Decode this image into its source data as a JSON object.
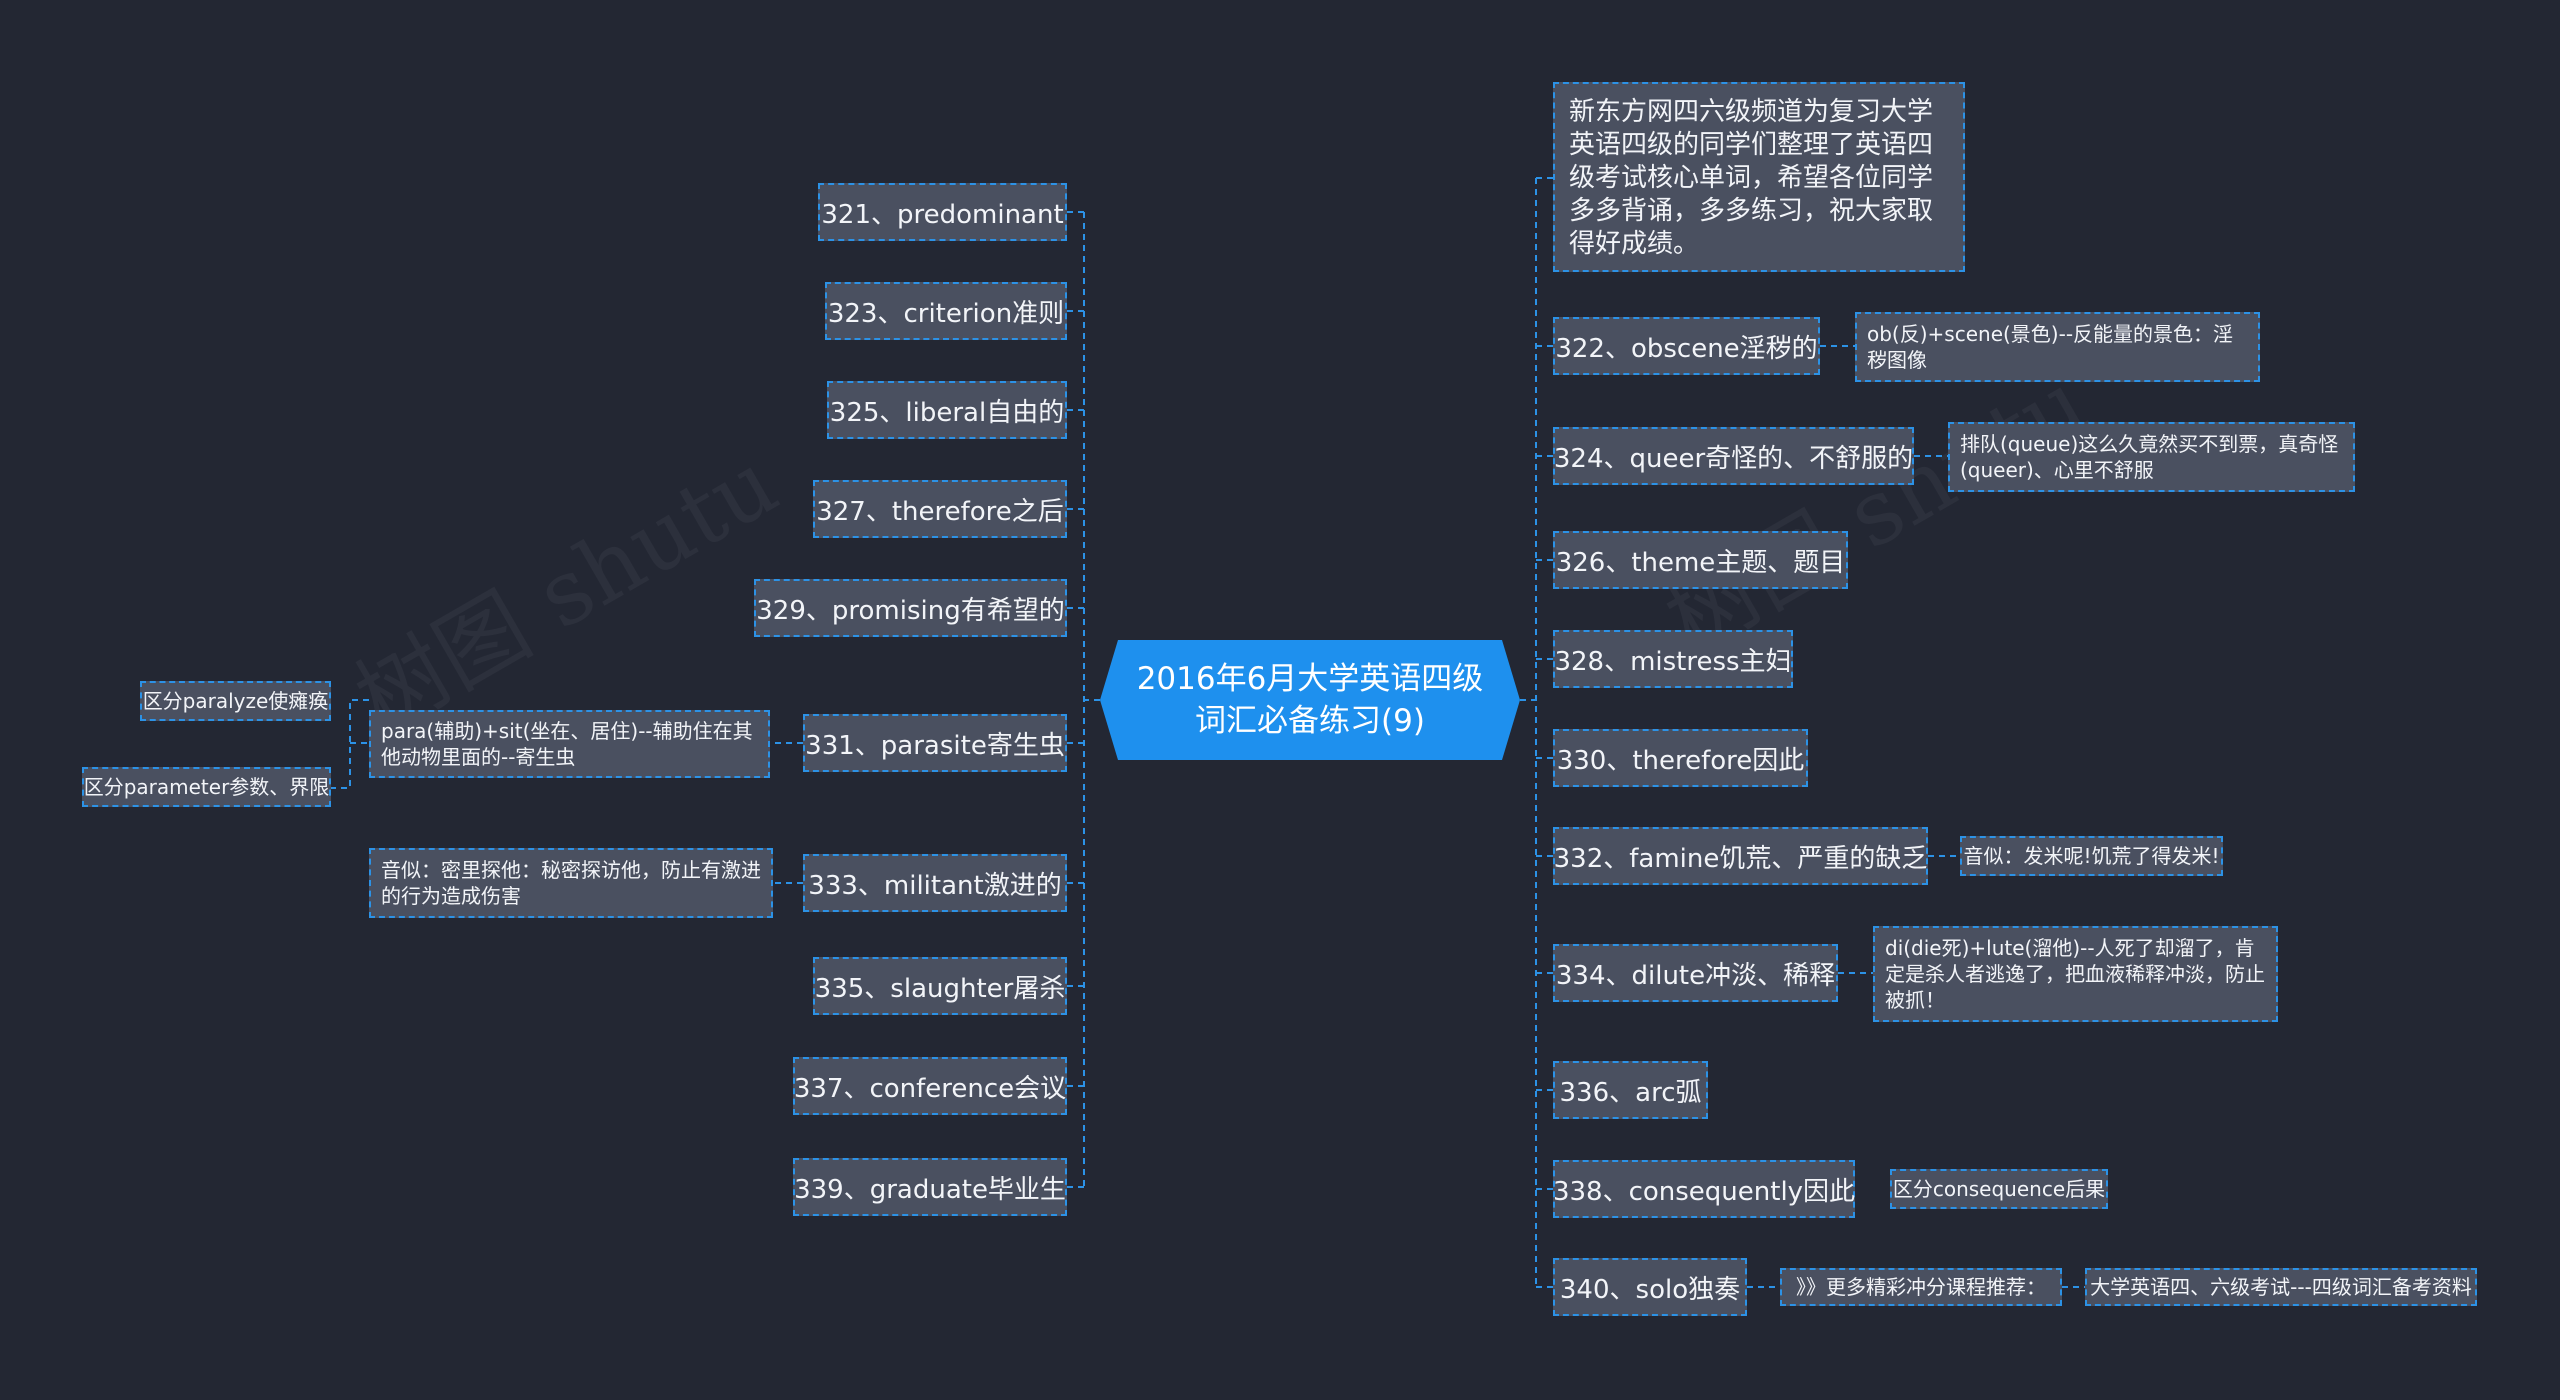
{
  "colors": {
    "background": "#232733",
    "node_fill": "#4a5060",
    "node_border": "#2c92e6",
    "center_fill": "#1e90ee",
    "text": "#f2f4f8"
  },
  "watermark": "树图 shutu",
  "center": {
    "line1": "2016年6月大学英语四级",
    "line2": "词汇必备练习(9)"
  },
  "left": {
    "w321": "321、predominant",
    "w323": "323、criterion准则",
    "w325": "325、liberal自由的",
    "w327": "327、therefore之后",
    "w329": "329、promising有希望的",
    "w331": "331、parasite寄生虫",
    "w331_note": "para(辅助)+sit(坐在、居住)--辅助住在其他动物里面的--寄生虫",
    "w331_sub1": "区分paralyze使瘫痪",
    "w331_sub2": "区分parameter参数、界限",
    "w333": "333、militant激进的",
    "w333_note": "音似：密里探他：秘密探访他，防止有激进的行为造成伤害",
    "w335": "335、slaughter屠杀",
    "w337": "337、conference会议",
    "w339": "339、graduate毕业生"
  },
  "right": {
    "intro": "新东方网四六级频道为复习大学英语四级的同学们整理了英语四级考试核心单词，希望各位同学多多背诵，多多练习，祝大家取得好成绩。",
    "w322": "322、obscene淫秽的",
    "w322_note": "ob(反)+scene(景色)--反能量的景色：淫秽图像",
    "w324": "324、queer奇怪的、不舒服的",
    "w324_note": "排队(queue)这么久竟然买不到票，真奇怪(queer)、心里不舒服",
    "w326": "326、theme主题、题目",
    "w328": "328、mistress主妇",
    "w330": "330、therefore因此",
    "w332": "332、famine饥荒、严重的缺乏",
    "w332_note": "音似：发米呢!饥荒了得发米!",
    "w334": "334、dilute冲淡、稀释",
    "w334_note": "di(die死)+lute(溜他)--人死了却溜了，肯定是杀人者逃逸了，把血液稀释冲淡，防止被抓！",
    "w336": "336、arc弧",
    "w338": "338、consequently因此",
    "w338_note": "区分consequence后果",
    "w340": "340、solo独奏",
    "w340_note1": "》》更多精彩冲分课程推荐：",
    "w340_note2": "大学英语四、六级考试---四级词汇备考资料"
  }
}
